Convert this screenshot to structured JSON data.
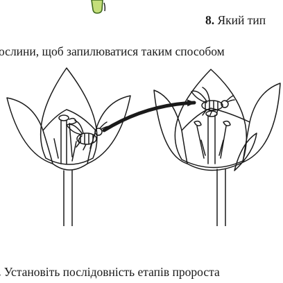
{
  "question8": {
    "number": "8.",
    "text_start": "Який тип",
    "line2": "ослини, щоб запилюватися таким способом"
  },
  "question9": {
    "number": ".",
    "text": "Установіть послідовність етапів пророста"
  },
  "colors": {
    "stem_fill": "#c4de7a",
    "stem_outline": "#3f6a1e",
    "ink": "#1a1a1a"
  },
  "icons": [
    "stem-icon",
    "flower-icon",
    "bee-icon",
    "arrow-icon"
  ]
}
